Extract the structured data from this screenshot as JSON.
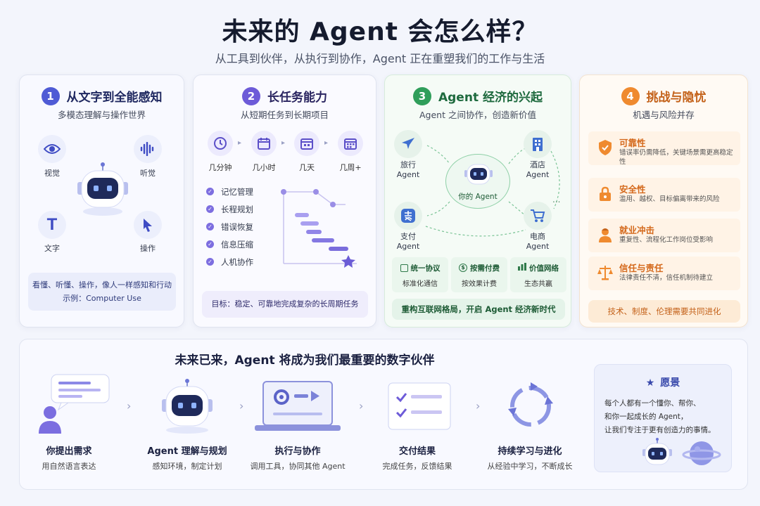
{
  "header": {
    "title": "未来的 Agent 会怎么样？",
    "subtitle": "从工具到伙伴，从执行到协作，Agent 正在重塑我们的工作与生活"
  },
  "card1": {
    "num": "1",
    "title": "从文字到全能感知",
    "subtitle": "多模态理解与操作世界",
    "senses": [
      {
        "label": "视觉",
        "icon": "eye-icon"
      },
      {
        "label": "听觉",
        "icon": "audio-wave-icon"
      },
      {
        "label": "文字",
        "icon": "text-icon"
      },
      {
        "label": "操作",
        "icon": "cursor-icon"
      }
    ],
    "bottom_line1": "看懂、听懂、操作，像人一样感知和行动",
    "bottom_line2": "示例：Computer Use",
    "accent": "#4f5bd5"
  },
  "card2": {
    "num": "2",
    "title": "长任务能力",
    "subtitle": "从短期任务到长期项目",
    "steps": [
      "几分钟",
      "几小时",
      "几天",
      "几周+"
    ],
    "abilities": [
      "记忆管理",
      "长程规划",
      "错误恢复",
      "信息压缩",
      "人机协作"
    ],
    "bottom": "目标：稳定、可靠地完成复杂的长周期任务",
    "accent": "#6d5bd8"
  },
  "card3": {
    "num": "3",
    "title": "Agent 经济的兴起",
    "subtitle": "Agent 之间协作，创造新价值",
    "center": "你的 Agent",
    "nodes": {
      "travel": [
        "旅行",
        "Agent"
      ],
      "hotel": [
        "酒店",
        "Agent"
      ],
      "pay": [
        "支付",
        "Agent"
      ],
      "shop": [
        "电商",
        "Agent"
      ]
    },
    "ellipsis": "...",
    "features": [
      {
        "title": "统一协议",
        "desc": "标准化通信"
      },
      {
        "title": "按需付费",
        "desc": "按效果计费"
      },
      {
        "title": "价值网络",
        "desc": "生态共赢"
      }
    ],
    "bottom": "重构互联网格局，开启 Agent 经济新时代",
    "accent": "#2f9e5a"
  },
  "card4": {
    "num": "4",
    "title": "挑战与隐忧",
    "subtitle": "机遇与风险并存",
    "risks": [
      {
        "title": "可靠性",
        "desc": "错误率仍需降低，关键场景需更高稳定性",
        "icon": "shield-icon"
      },
      {
        "title": "安全性",
        "desc": "滥用、越权、目标偏离带来的风险",
        "icon": "lock-icon"
      },
      {
        "title": "就业冲击",
        "desc": "重复性、流程化工作岗位受影响",
        "icon": "worker-icon"
      },
      {
        "title": "信任与责任",
        "desc": "法律责任不清，信任机制待建立",
        "icon": "scales-icon"
      }
    ],
    "bottom": "技术、制度、伦理需要共同进化",
    "accent": "#ef8a2f"
  },
  "bottom_section": {
    "title": "未来已来，Agent 将成为我们最重要的数字伙伴",
    "flow": [
      {
        "label": "你提出需求",
        "desc": "用自然语言表达"
      },
      {
        "label": "Agent 理解与规划",
        "desc": "感知环境，制定计划"
      },
      {
        "label": "执行与协作",
        "desc": "调用工具，协同其他 Agent"
      },
      {
        "label": "交付结果",
        "desc": "完成任务，反馈结果"
      },
      {
        "label": "持续学习与进化",
        "desc": "从经验中学习，不断成长"
      }
    ],
    "wish": {
      "title": "愿景",
      "lines": [
        "每个人都有一个懂你、帮你、",
        "和你一起成长的 Agent，",
        "让我们专注于更有创造力的事情。"
      ]
    }
  }
}
